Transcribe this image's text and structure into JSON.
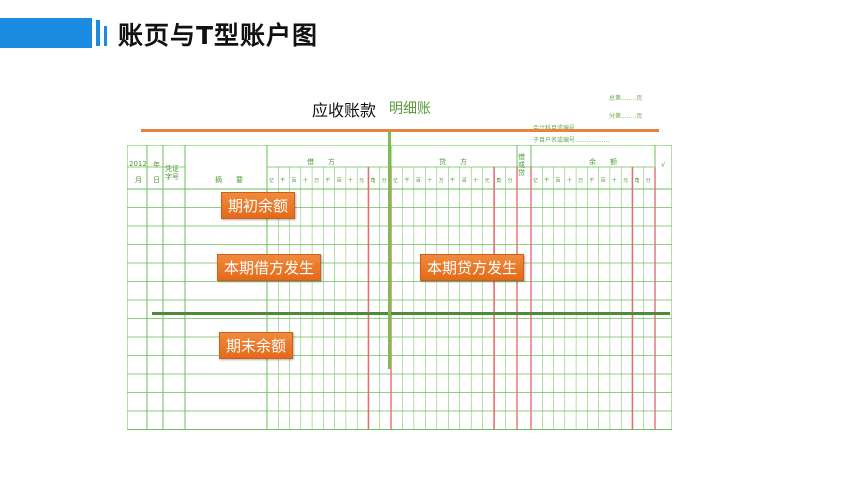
{
  "page": {
    "title": "账页与T型账户图"
  },
  "ledger": {
    "name": "应收账款",
    "type": "明细账",
    "meta": {
      "total_page": "总第........页",
      "sub_page": "分第........页",
      "account_code": "会计科目或编号..................",
      "sub_account": "子目户名或编号.................."
    },
    "headers": {
      "year": "2012",
      "year_label": "年",
      "month": "月",
      "day": "日",
      "voucher": "凭证字号",
      "summary": "摘　　要",
      "debit": "借　　方",
      "credit": "贷　　方",
      "dc": "借或贷",
      "balance": "余　　额",
      "check": "√",
      "digits": [
        "亿",
        "千",
        "百",
        "十",
        "万",
        "千",
        "百",
        "十",
        "元",
        "角",
        "分"
      ]
    },
    "labels": {
      "opening": "期初余额",
      "debit_occurrence": "本期借方发生",
      "credit_occurrence": "本期贷方发生",
      "closing": "期末余额"
    },
    "colors": {
      "grid": "#6bbf59",
      "red_rule": "#e07070",
      "t_top": "#e8823c",
      "t_mid": "#4f8c3a",
      "t_vert": "#7dbb53",
      "tag": "#ef7a2a"
    }
  }
}
